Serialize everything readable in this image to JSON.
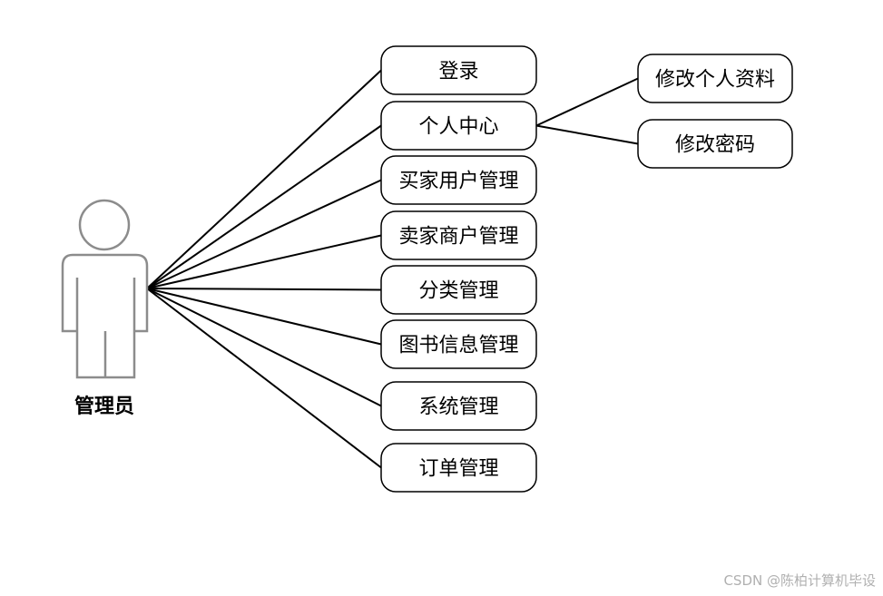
{
  "actor": {
    "label": "管理员"
  },
  "use_cases": [
    {
      "id": "login",
      "label": "登录"
    },
    {
      "id": "profile",
      "label": "个人中心"
    },
    {
      "id": "buyer",
      "label": "买家用户管理"
    },
    {
      "id": "seller",
      "label": "卖家商户管理"
    },
    {
      "id": "category",
      "label": "分类管理"
    },
    {
      "id": "books",
      "label": "图书信息管理"
    },
    {
      "id": "system",
      "label": "系统管理"
    },
    {
      "id": "orders",
      "label": "订单管理"
    }
  ],
  "sub_cases": [
    {
      "id": "edit-info",
      "label": "修改个人资料",
      "parent": "profile"
    },
    {
      "id": "change-password",
      "label": "修改密码",
      "parent": "profile"
    }
  ],
  "watermark": "CSDN @陈柏计算机毕设"
}
